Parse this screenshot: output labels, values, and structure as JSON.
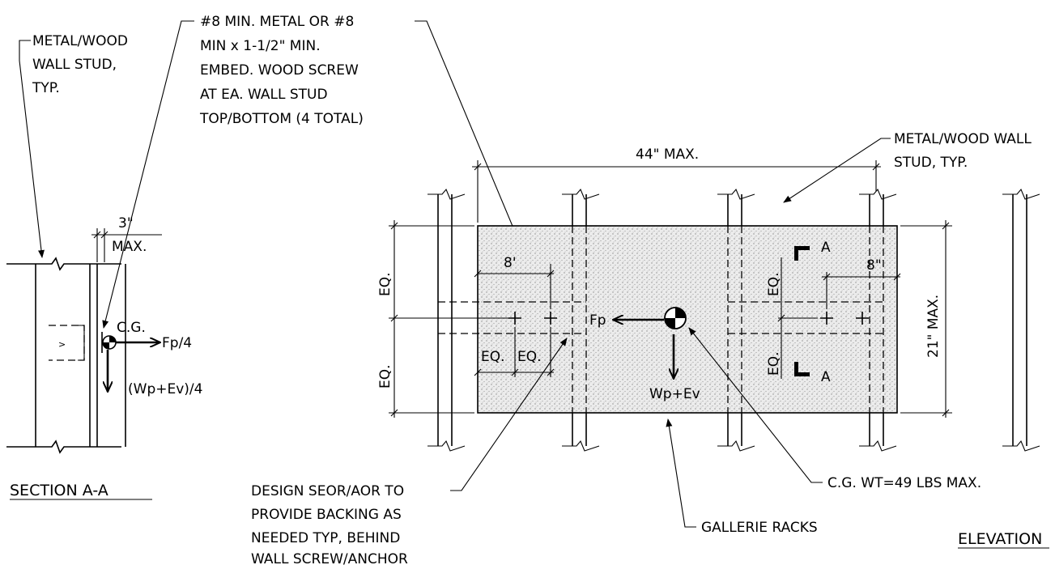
{
  "notes": {
    "screw_note": [
      "#8 MIN. METAL OR #8",
      "MIN x 1-1/2\" MIN.",
      "EMBED. WOOD SCREW",
      "AT EA. WALL STUD",
      "TOP/BOTTOM (4 TOTAL)"
    ],
    "stud_note_left": [
      "METAL/WOOD",
      "WALL STUD,",
      "TYP."
    ],
    "stud_note_right": [
      "METAL/WOOD WALL",
      "STUD, TYP."
    ],
    "backing_note": [
      "DESIGN SEOR/AOR TO",
      "PROVIDE BACKING AS",
      "NEEDED TYP, BEHIND",
      "WALL SCREW/ANCHOR"
    ],
    "cg_note": "C.G. WT=49 LBS MAX.",
    "rack_note": "GALLERIE RACKS"
  },
  "section": {
    "title": "SECTION A-A",
    "dim_top": "3\"",
    "dim_bottom": "MAX.",
    "cg_label": "C.G.",
    "force_h": "Fp/4",
    "force_v": "(Wp+Ev)/4"
  },
  "elevation": {
    "title": "ELEVATION",
    "width_dim": "44\" MAX.",
    "height_dim": "21\" MAX.",
    "left_offset": "8'",
    "right_offset": "8\"",
    "eq": "EQ.",
    "force_h": "Fp",
    "force_v": "Wp+Ev",
    "section_marker": "A"
  }
}
